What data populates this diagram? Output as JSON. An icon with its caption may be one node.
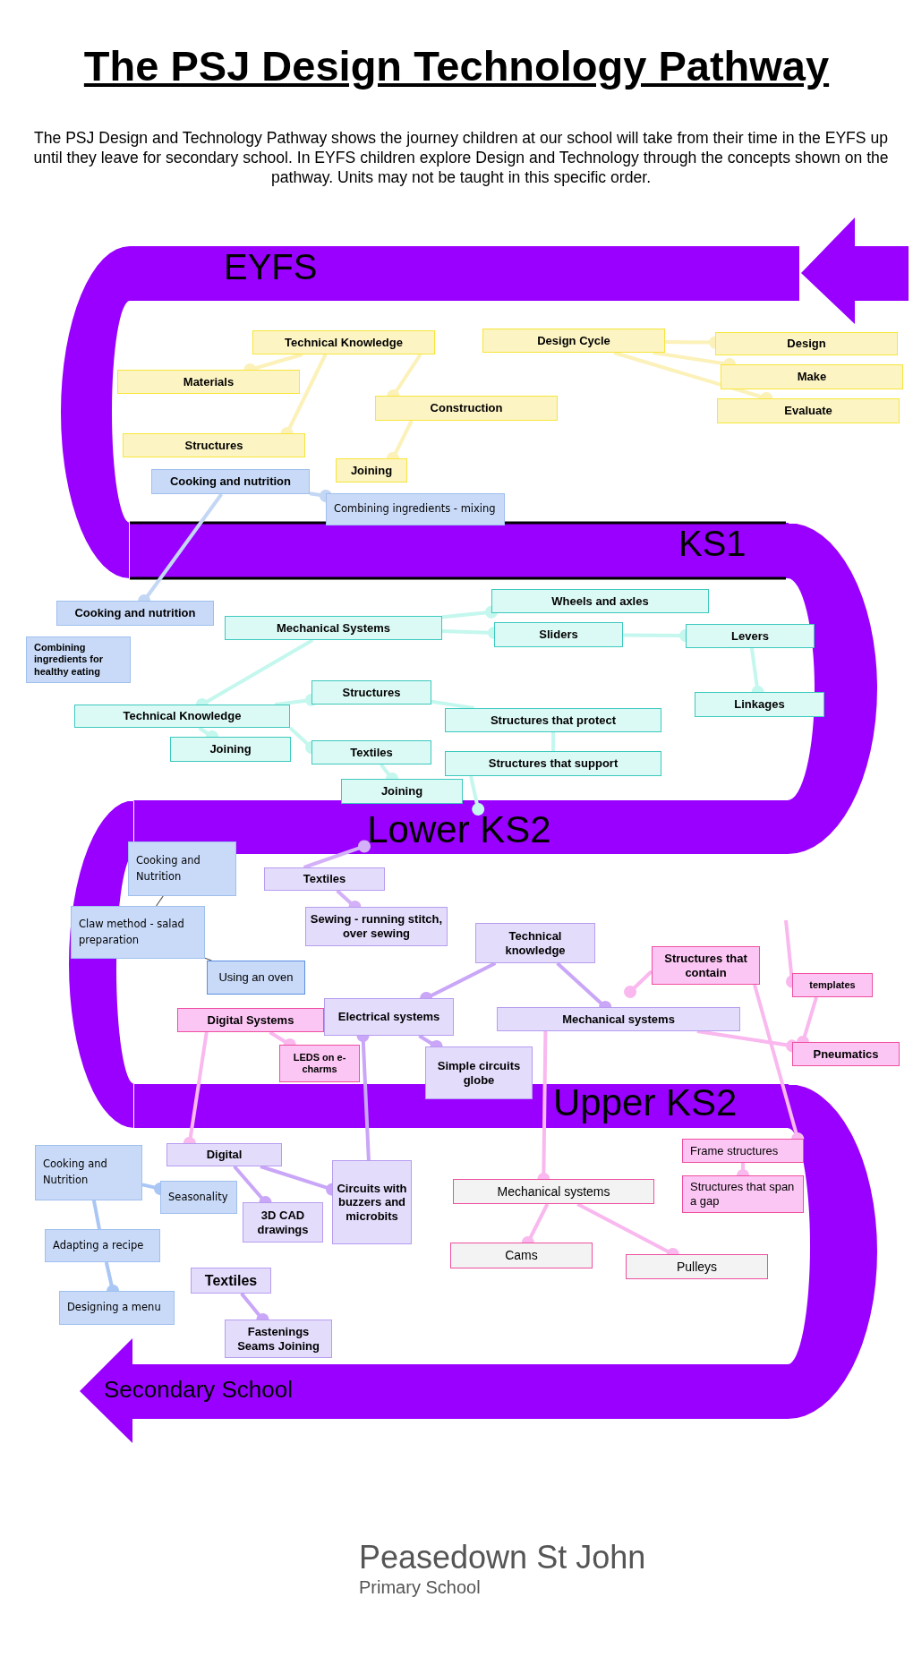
{
  "diagram": {
    "title": "The PSJ Design Technology Pathway",
    "caption": "The PSJ Design and Technology Pathway shows the journey children at our school will take from their time in the EYFS up until they leave for secondary school. In EYFS children explore Design and Technology through the concepts shown on the pathway. Units may not be taught in this specific order.",
    "nodes": [
      {
        "text": [
          "Technical Knowledge"
        ]
      },
      {
        "text": [
          "Materials"
        ]
      },
      {
        "text": [
          "Structures"
        ]
      },
      {
        "text": [
          "Construction"
        ]
      },
      {
        "text": [
          "Joining"
        ]
      },
      {
        "text": [
          "Design Cycle"
        ]
      },
      {
        "text": [
          "Design"
        ]
      },
      {
        "text": [
          "Make"
        ]
      },
      {
        "text": [
          "Evaluate"
        ]
      },
      {
        "text": [
          "Cooking and nutrition"
        ]
      },
      {
        "text": [
          "Combining ingredients - mixing"
        ]
      },
      {
        "text": [
          "Cooking and nutrition"
        ]
      },
      {
        "text": [
          "Combining ingredients for healthy eating"
        ]
      },
      {
        "text": [
          "Mechanical Systems"
        ]
      },
      {
        "text": [
          "Wheels and axles"
        ]
      },
      {
        "text": [
          "Sliders"
        ]
      },
      {
        "text": [
          "Levers"
        ]
      },
      {
        "text": [
          "Linkages"
        ]
      },
      {
        "text": [
          "Technical Knowledge"
        ]
      },
      {
        "text": [
          "Structures"
        ]
      },
      {
        "text": [
          "Joining"
        ]
      },
      {
        "text": [
          "Textiles"
        ]
      },
      {
        "text": [
          "Structures that protect"
        ]
      },
      {
        "text": [
          "Structures that support"
        ]
      },
      {
        "text": [
          "Joining"
        ]
      },
      {
        "text": [
          "Textiles"
        ]
      },
      {
        "text": [
          "Sewing - running stitch, over sewing"
        ]
      },
      {
        "text": [
          "Cooking and Nutrition"
        ]
      },
      {
        "text": [
          "Claw method - salad preparation"
        ]
      },
      {
        "text": [
          "Using an oven"
        ]
      },
      {
        "text": [
          "Technical knowledge"
        ]
      },
      {
        "text": [
          "Structures that contain"
        ]
      },
      {
        "text": [
          "templates"
        ]
      },
      {
        "text": [
          "Digital Systems"
        ]
      },
      {
        "text": [
          "Electrical systems"
        ]
      },
      {
        "text": [
          "Mechanical systems"
        ]
      },
      {
        "text": [
          "Pneumatics"
        ]
      },
      {
        "text": [
          "LEDS on e-charms"
        ]
      },
      {
        "text": [
          "Simple circuits globe"
        ]
      },
      {
        "text": [
          "Digital"
        ]
      },
      {
        "text": [
          "Cooking and Nutrition"
        ]
      },
      {
        "text": [
          "Seasonality"
        ]
      },
      {
        "text": [
          "3D CAD drawings"
        ]
      },
      {
        "text": [
          "Circuits with buzzers and microbits"
        ]
      },
      {
        "text": [
          "Adapting a recipe"
        ]
      },
      {
        "text": [
          "Designing a menu"
        ]
      },
      {
        "text": [
          "Textiles"
        ]
      },
      {
        "text": [
          "Fastenings Seams Joining"
        ]
      },
      {
        "text": [
          "Mechanical systems"
        ]
      },
      {
        "text": [
          "Cams"
        ]
      },
      {
        "text": [
          "Pulleys"
        ]
      },
      {
        "text": [
          "Frame structures"
        ]
      },
      {
        "text": [
          "Structures that span a gap"
        ]
      },
      {
        "text": [
          "Lower KS2"
        ]
      }
    ],
    "edges": [
      {
        "from": 0,
        "to": 1,
        "arrow": "other",
        "color": "#fbf1b9"
      },
      {
        "from": 0,
        "to": 2,
        "arrow": "other",
        "color": "#fbf1b9"
      },
      {
        "from": 0,
        "to": 3,
        "arrow": "other",
        "color": "#fbf1b9"
      },
      {
        "from": 3,
        "to": 4,
        "arrow": "other",
        "color": "#fbf1b9"
      },
      {
        "from": 5,
        "to": 6,
        "arrow": "other",
        "color": "#fbf1b9"
      },
      {
        "from": 5,
        "to": 7,
        "arrow": "other",
        "color": "#fbf1b9"
      },
      {
        "from": 5,
        "to": 8,
        "arrow": "other",
        "color": "#fbf1b9"
      },
      {
        "from": 9,
        "to": 10,
        "arrow": "other",
        "color": "#c3d7f5"
      },
      {
        "from": 9,
        "to": 11,
        "arrow": "other",
        "color": "#c3d7f5"
      },
      {
        "from": 13,
        "to": 14,
        "arrow": "other",
        "color": "#c4f7ee"
      },
      {
        "from": 13,
        "to": 15,
        "arrow": "other",
        "color": "#c4f7ee"
      },
      {
        "from": 15,
        "to": 16,
        "arrow": "other",
        "color": "#c4f7ee"
      },
      {
        "from": 16,
        "to": 17,
        "arrow": "other",
        "color": "#c4f7ee"
      },
      {
        "from": 13,
        "to": 18,
        "arrow": "other",
        "color": "#c4f7ee"
      },
      {
        "from": 18,
        "to": 19,
        "arrow": "other",
        "color": "#c4f7ee"
      },
      {
        "from": 18,
        "to": 20,
        "arrow": "other",
        "color": "#c4f7ee"
      },
      {
        "from": 18,
        "to": 21,
        "arrow": "other",
        "color": "#c4f7ee"
      },
      {
        "from": 21,
        "to": 24,
        "arrow": "other",
        "color": "#c4f7ee"
      },
      {
        "from": 19,
        "to": 22,
        "arrow": "none",
        "color": "#c4f7ee"
      },
      {
        "from": 22,
        "to": 23,
        "arrow": "none",
        "color": "#c4f7ee"
      },
      {
        "from": 23,
        "to": 53,
        "arrow": "other",
        "color": "#c4f7ee"
      },
      {
        "from": 25,
        "to": 53,
        "arrow": "other",
        "color": "#d3b0f7"
      },
      {
        "from": 25,
        "to": 26,
        "arrow": "other",
        "color": "#d3b0f7"
      },
      {
        "from": 27,
        "to": 28,
        "arrow": "none",
        "color": "#555555"
      },
      {
        "from": 28,
        "to": 29,
        "arrow": "none",
        "color": "#555555"
      },
      {
        "from": 30,
        "to": 34,
        "arrow": "other",
        "color": "#c9a6f7"
      },
      {
        "from": 30,
        "to": 35,
        "arrow": "other",
        "color": "#c9a6f7"
      },
      {
        "from": 34,
        "to": 38,
        "arrow": "other",
        "color": "#c9a6f7"
      },
      {
        "from": 43,
        "to": 34,
        "arrow": "other",
        "color": "#c9a6f7"
      },
      {
        "from": 33,
        "to": 39,
        "arrow": "other",
        "color": "#f9b8ee"
      },
      {
        "from": 33,
        "to": 37,
        "arrow": "other",
        "color": "#f9b8ee"
      },
      {
        "from": 35,
        "to": 48,
        "arrow": "other",
        "color": "#f9b8ee"
      },
      {
        "from": 31,
        "to": 51,
        "arrow": "other",
        "color": "#f9b8ee"
      },
      {
        "from": 31,
        "to": null,
        "arrow": "other",
        "color": "#f9b8ee"
      },
      {
        "from": null,
        "to": 32,
        "arrow": "other",
        "color": "#f9b8ee"
      },
      {
        "from": 35,
        "to": 36,
        "arrow": "other",
        "color": "#f9b8ee"
      },
      {
        "from": 32,
        "to": 36,
        "arrow": "other",
        "color": "#f9b8ee"
      },
      {
        "from": 40,
        "to": 41,
        "arrow": "other",
        "color": "#a9c6f5"
      },
      {
        "from": 40,
        "to": 44,
        "arrow": "none",
        "color": "#a9c6f5"
      },
      {
        "from": 44,
        "to": 45,
        "arrow": "other",
        "color": "#a9c6f5"
      },
      {
        "from": 39,
        "to": 42,
        "arrow": "other",
        "color": "#c9a6f7"
      },
      {
        "from": 39,
        "to": 43,
        "arrow": "other",
        "color": "#c9a6f7"
      },
      {
        "from": 46,
        "to": 47,
        "arrow": "other",
        "color": "#c9a6f7"
      },
      {
        "from": 48,
        "to": 49,
        "arrow": "other",
        "color": "#f9b8ee"
      },
      {
        "from": 48,
        "to": 50,
        "arrow": "other",
        "color": "#f9b8ee"
      },
      {
        "from": 51,
        "to": 52,
        "arrow": "other",
        "color": "#f9b8ee"
      }
    ],
    "labels": [
      "EYFS",
      "KS1",
      "Upper KS2",
      "Secondary School",
      "Peasedown St John",
      "Primary School"
    ]
  }
}
